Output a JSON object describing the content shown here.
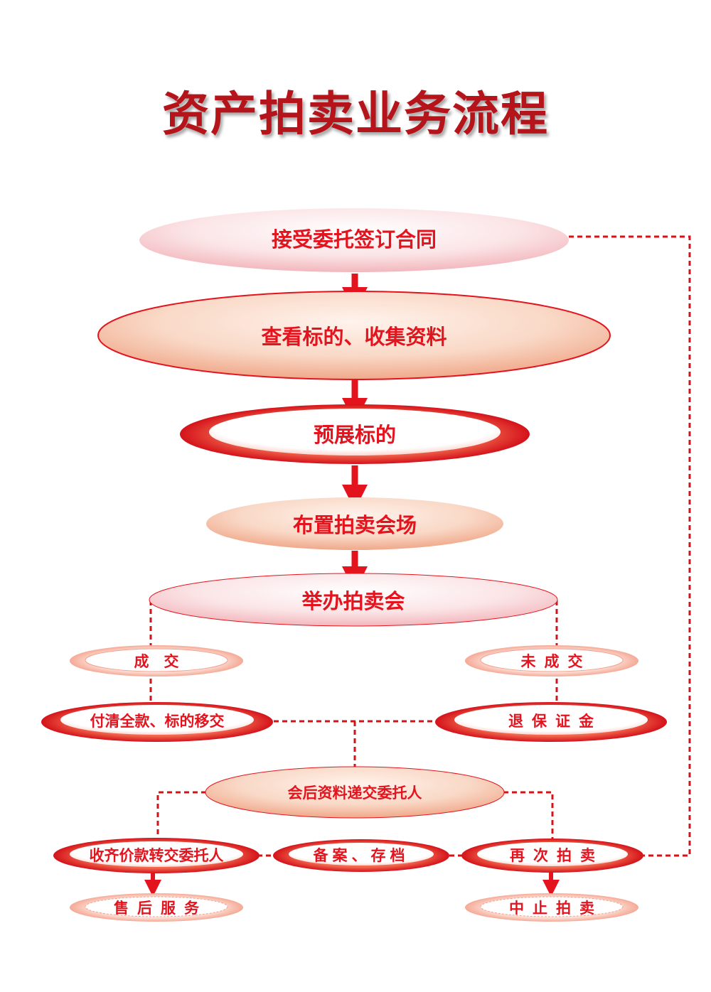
{
  "title": "资产拍卖业务流程",
  "steps": {
    "s1": "接受委托签订合同",
    "s2": "查看标的、收集资料",
    "s3": "预展标的",
    "s4": "布置拍卖会场",
    "s5": "举办拍卖会",
    "deal": "成　交",
    "no_deal": "未成交",
    "pay": "付清全款、标的移交",
    "refund": "退保证金",
    "post": "会后资料递交委托人",
    "collect": "收齐价款转交委托人",
    "archive": "备案、存档",
    "reauction": "再次拍卖",
    "aftersale": "售后服务",
    "stop": "中止拍卖"
  },
  "colors": {
    "red": "#e4141e",
    "dark_red": "#b5141b",
    "peach": "#f7cdb5"
  }
}
